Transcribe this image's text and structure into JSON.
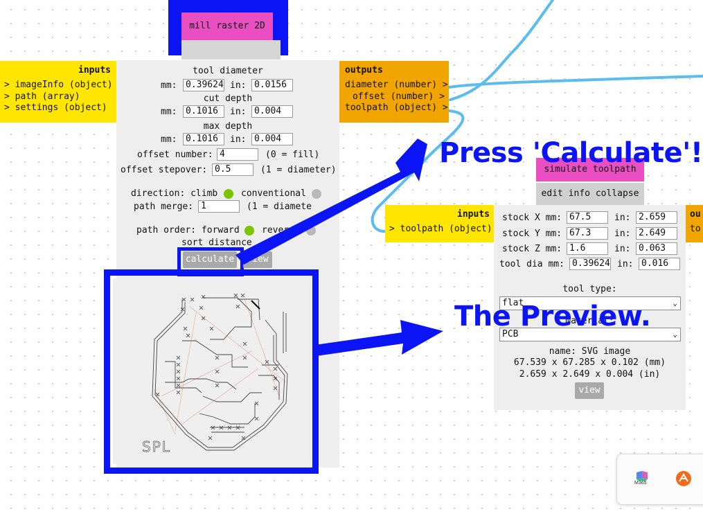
{
  "mill_module": {
    "title": "mill raster 2D",
    "inputs": {
      "heading": "inputs",
      "items": [
        "> imageInfo (object)",
        "> path (array)",
        "> settings (object)"
      ]
    },
    "outputs": {
      "heading": "outputs",
      "items": [
        "diameter (number) >",
        "offset (number) >",
        "toolpath (object) >"
      ]
    },
    "tool_diameter": {
      "label": "tool diameter",
      "mm_label": "mm:",
      "mm": "0.39624",
      "in_label": "in:",
      "in": "0.0156"
    },
    "cut_depth": {
      "label": "cut depth",
      "mm_label": "mm:",
      "mm": "0.1016",
      "in_label": "in:",
      "in": "0.004"
    },
    "max_depth": {
      "label": "max depth",
      "mm_label": "mm:",
      "mm": "0.1016",
      "in_label": "in:",
      "in": "0.004"
    },
    "offset_number": {
      "label": "offset number:",
      "value": "4",
      "hint": "(0 = fill)"
    },
    "offset_stepover": {
      "label": "offset stepover:",
      "value": "0.5",
      "hint": "(1 = diameter)"
    },
    "direction": {
      "label": "direction: climb",
      "option2": "conventional"
    },
    "path_merge": {
      "label": "path merge:",
      "value": "1",
      "hint": "(1 = diamete"
    },
    "path_order": {
      "label": "path order: forward",
      "option2": "reverse"
    },
    "sort_distance": {
      "label": "sort distance"
    },
    "calculate_label": "calculate",
    "view_label": "view"
  },
  "sim_module": {
    "title": "simulate toolpath",
    "tabs": "edit info collapse",
    "inputs": {
      "heading": "inputs",
      "items": [
        "> toolpath (object)"
      ]
    },
    "outputs": {
      "heading": "ou",
      "items": [
        "to"
      ]
    },
    "stock_x": {
      "label": "stock X mm:",
      "mm": "67.5",
      "in_label": "in:",
      "in": "2.659"
    },
    "stock_y": {
      "label": "stock Y mm:",
      "mm": "67.3",
      "in_label": "in:",
      "in": "2.649"
    },
    "stock_z": {
      "label": "stock Z mm:",
      "mm": "1.6",
      "in_label": "in:",
      "in": "0.063"
    },
    "tool_dia": {
      "label": "tool dia mm:",
      "mm": "0.39624",
      "in_label": "in:",
      "in": "0.016"
    },
    "tool_type_label": "tool type:",
    "tool_type_value": "flat",
    "material_label": "material:",
    "material_value": "PCB",
    "name_line": "name: SVG image",
    "mm_line": "67.539 x 67.285 x 0.102 (mm)",
    "in_line": "2.659 x 2.649 x 0.004 (in)",
    "view_label": "view"
  },
  "annotations": {
    "calculate": "Press 'Calculate'!",
    "preview": "The Preview."
  },
  "preview": {
    "signature": "SPL"
  },
  "taskbar": {
    "icons": [
      "m365-copilot-icon",
      "orange-app-icon"
    ],
    "m365_text": "M365"
  },
  "colors": {
    "annotation_blue": "#0a14f5",
    "wire_blue": "#5bbcf0",
    "inputs_yellow": "#ffe600",
    "outputs_orange": "#f0a500",
    "title_pink": "#e94fc0",
    "radio_on": "#7cc300"
  }
}
